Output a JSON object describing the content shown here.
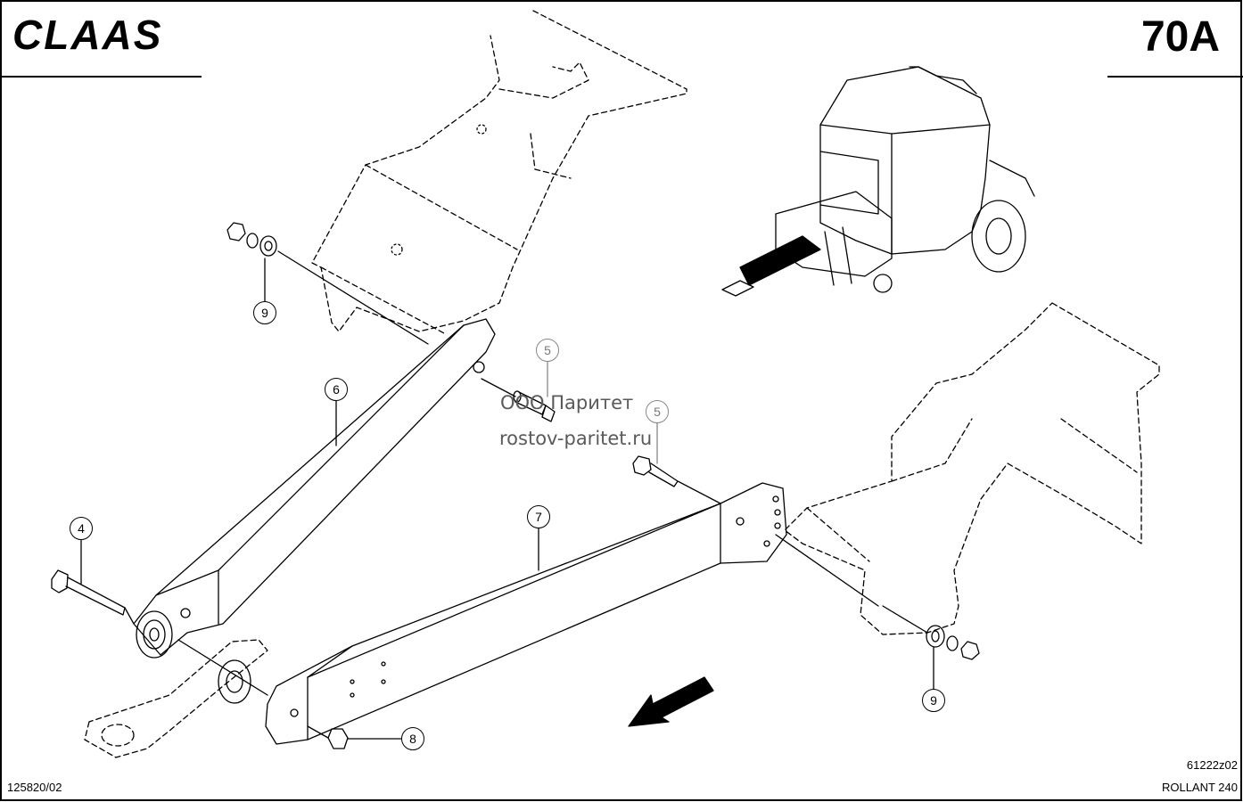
{
  "header": {
    "brand": "CLAAS",
    "page_number": "70A"
  },
  "footer": {
    "left_code": "125820/02",
    "right_code": "61222z02",
    "model": "ROLLANT 240"
  },
  "watermark": {
    "line1": "ООО Паритет",
    "line2": "rostov-paritet.ru"
  },
  "callouts": {
    "c9_top": "9",
    "c6": "6",
    "c5_a": "5",
    "c5_b": "5",
    "c4": "4",
    "c7": "7",
    "c8": "8",
    "c9_bottom": "9"
  }
}
